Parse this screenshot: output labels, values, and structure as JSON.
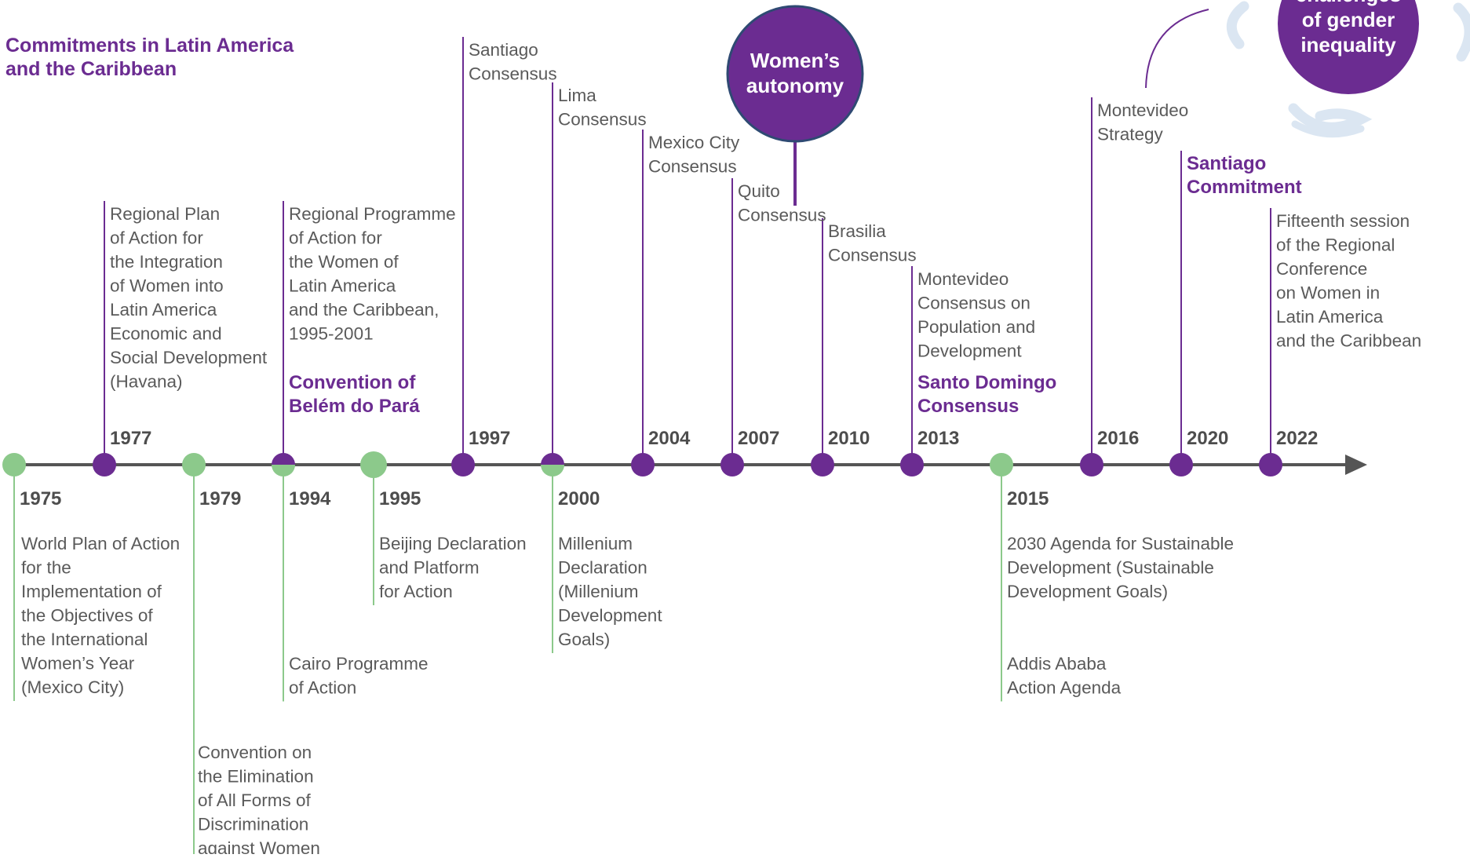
{
  "header": {
    "lines": [
      "Commitments in Latin America",
      "and the Caribbean"
    ]
  },
  "colors": {
    "purple": "#6b2c91",
    "green": "#8cc98b",
    "axis": "#555555",
    "text": "#5a5a5a",
    "year": "#4d4d4d",
    "pale_blue": "#dbe6f2"
  },
  "axis_arrow_icon": "arrow-right-icon",
  "bubbles": {
    "autonomy": {
      "lines": [
        "Women’s",
        "autonomy"
      ]
    },
    "challenges": {
      "lines": [
        "challenges",
        "of gender",
        "inequality"
      ]
    }
  },
  "events": [
    {
      "id": "e1975",
      "year": "1975",
      "kind": "global",
      "regular": [
        [
          "World Plan of Action",
          "for the",
          "Implementation of",
          "the Objectives of",
          "the International",
          "Women’s Year",
          "(Mexico City)"
        ]
      ],
      "strong": []
    },
    {
      "id": "e1977",
      "year": "1977",
      "kind": "regional",
      "regular": [
        [
          "Regional Plan",
          "of Action for",
          "the Integration",
          "of Women into",
          "Latin America",
          "Economic and",
          "Social Development",
          "(Havana)"
        ]
      ],
      "strong": []
    },
    {
      "id": "e1979",
      "year": "1979",
      "kind": "global",
      "regular": [
        [
          "Convention on",
          "the Elimination",
          "of All Forms of",
          "Discrimination",
          "against Women"
        ]
      ],
      "strong": []
    },
    {
      "id": "e1994",
      "year": "1994",
      "kind": "both",
      "regular": [
        [
          "Regional Programme",
          "of Action for",
          "the Women of",
          "Latin America",
          "and the Caribbean,",
          "1995-2001"
        ],
        [
          "Cairo Programme",
          "of Action"
        ]
      ],
      "strong": [
        [
          "Convention of",
          "Belém do Pará"
        ]
      ]
    },
    {
      "id": "e1995",
      "year": "1995",
      "kind": "global",
      "regular": [
        [
          "Beijing Declaration",
          "and Platform",
          "for Action"
        ]
      ],
      "strong": []
    },
    {
      "id": "e1997",
      "year": "1997",
      "kind": "regional",
      "regular": [
        [
          "Santiago",
          "Consensus"
        ]
      ],
      "strong": []
    },
    {
      "id": "e2000",
      "year": "2000",
      "kind": "both",
      "regular": [
        [
          "Lima",
          "Consensus"
        ],
        [
          "Millenium",
          "Declaration",
          "(Millenium",
          "Development",
          "Goals)"
        ]
      ],
      "strong": []
    },
    {
      "id": "e2004",
      "year": "2004",
      "kind": "regional",
      "regular": [
        [
          "Mexico City",
          "Consensus"
        ]
      ],
      "strong": []
    },
    {
      "id": "e2007",
      "year": "2007",
      "kind": "regional",
      "regular": [
        [
          "Quito",
          "Consensus"
        ]
      ],
      "strong": []
    },
    {
      "id": "e2010",
      "year": "2010",
      "kind": "regional",
      "regular": [
        [
          "Brasilia",
          "Consensus"
        ]
      ],
      "strong": []
    },
    {
      "id": "e2013",
      "year": "2013",
      "kind": "regional",
      "regular": [
        [
          "Montevideo",
          "Consensus on",
          "Population and",
          "Development"
        ]
      ],
      "strong": [
        [
          "Santo Domingo",
          "Consensus"
        ]
      ]
    },
    {
      "id": "e2015",
      "year": "2015",
      "kind": "global",
      "regular": [
        [
          "2030 Agenda for Sustainable",
          "Development (Sustainable",
          "Development Goals)"
        ],
        [
          "Addis Ababa",
          "Action Agenda"
        ]
      ],
      "strong": []
    },
    {
      "id": "e2016",
      "year": "2016",
      "kind": "regional",
      "regular": [
        [
          "Montevideo",
          "Strategy"
        ]
      ],
      "strong": []
    },
    {
      "id": "e2020",
      "year": "2020",
      "kind": "regional",
      "regular": [],
      "strong": [
        [
          "Santiago",
          "Commitment"
        ]
      ]
    },
    {
      "id": "e2022",
      "year": "2022",
      "kind": "regional",
      "regular": [
        [
          "Fifteenth session",
          "of the Regional",
          "Conference",
          "on Women in",
          "Latin America",
          "and the Caribbean"
        ]
      ],
      "strong": []
    }
  ]
}
